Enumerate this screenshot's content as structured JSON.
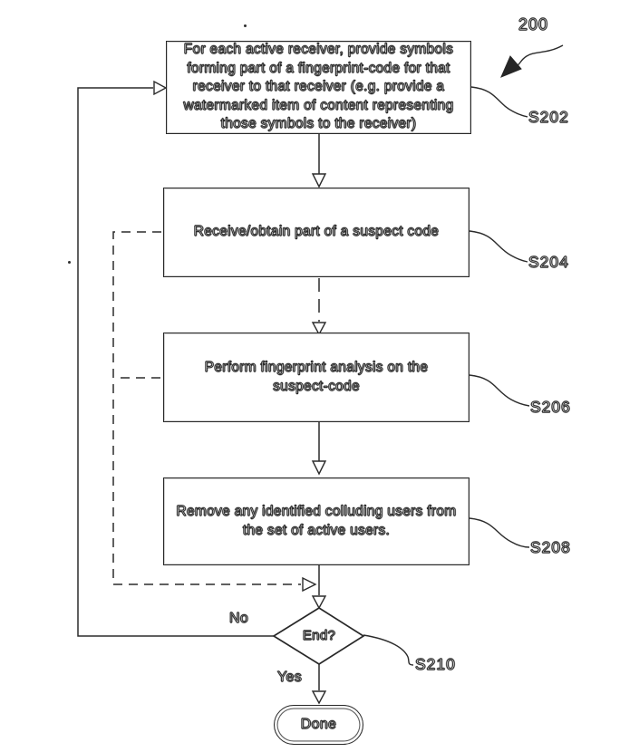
{
  "figure_number": "200",
  "nodes": {
    "step1": {
      "type": "process",
      "ref_label": "S202",
      "text": "For each active receiver, provide symbols forming part of a fingerprint-code for that receiver to that receiver (e.g. provide a watermarked item of content representing those symbols to the receiver)"
    },
    "step2": {
      "type": "process",
      "ref_label": "S204",
      "text": "Receive/obtain part of a suspect code"
    },
    "step3": {
      "type": "process",
      "ref_label": "S206",
      "text": "Perform fingerprint analysis on the suspect-code"
    },
    "step4": {
      "type": "process",
      "ref_label": "S208",
      "text": "Remove any identified colluding users from the set of active users."
    },
    "decision": {
      "type": "decision",
      "ref_label": "S210",
      "text": "End?"
    },
    "terminal": {
      "type": "terminator",
      "text": "Done"
    }
  },
  "branches": {
    "no": "No",
    "yes": "Yes"
  },
  "colors": {
    "ink": "#2b2b2b",
    "paper": "#ffffff"
  }
}
